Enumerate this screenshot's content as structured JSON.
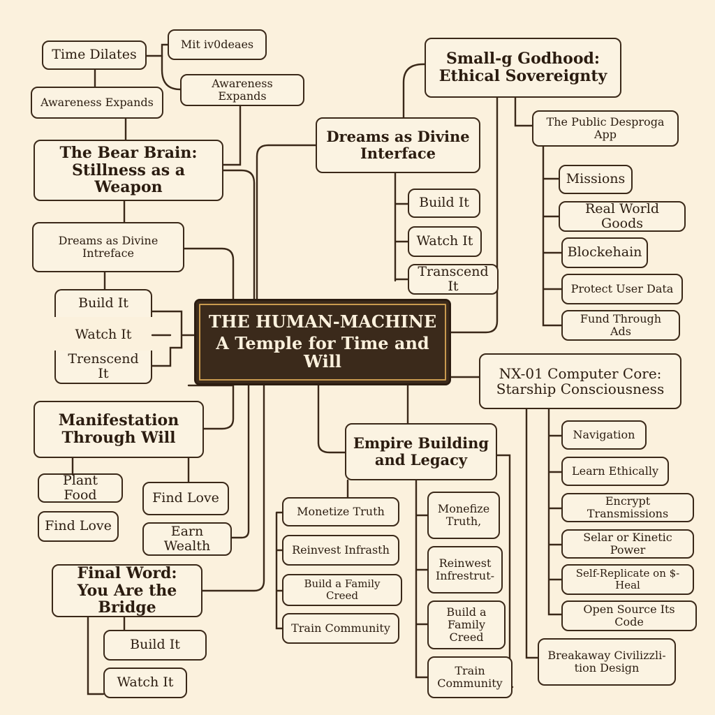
{
  "center": {
    "line1": "THE HUMAN-MACHINE",
    "line2": "A Temple for Time and Will"
  },
  "nodes": {
    "time_dilates": "Time Dilates",
    "mit_ideas": "Mit iv0deaes",
    "awareness_left": "Awareness Expands",
    "awareness_right": "Awareness Expands",
    "bear_brain": "The Bear Brain:\nStillness as a Weapon",
    "dreams_left": "Dreams as Divine\nIntreface",
    "build_left": "Build It",
    "watch_left": "Watch It",
    "transcend_left": "Trenscend It",
    "manifestation": "Manifestation\nThrough Will",
    "plant_food": "Plant Food",
    "find_love_a": "Find Love",
    "find_love_b": "Find Love",
    "earn_wealth": "Earn Wealth",
    "final_word": "Final Word:\nYou Are the Bridge",
    "build_bottom": "Build It",
    "watch_bottom": "Watch It",
    "dreams_top": "Dreams as Divine\nInterface",
    "build_mid": "Build It",
    "watch_mid": "Watch It",
    "transcend_mid": "Transcend It",
    "godhood": "Small-g  Godhood:\nEthical Sovereignty",
    "public_app": "The Public Desproga\nApp",
    "missions": "Missions",
    "real_world_goods": "Real World Goods",
    "blockchain": "Blockehain",
    "protect_data": "Protect User Data",
    "fund_ads": "Fund Through Ads",
    "nx01": "NX-01 Computer Core:\nStarship Consciousness",
    "navigation": "Navigation",
    "learn_ethically": "Learn Ethically",
    "encrypt": "Encrypt Transmissions",
    "solar_power": "Selar or Kinetic Power",
    "self_replicate": "Self-Replicate on $-Heal",
    "open_source": "Open Source Its Code",
    "breakaway": "Breakaway Civilizzli-\ntion Design",
    "empire": "Empire Building\nand Legacy",
    "monetize_a": "Monetize Truth",
    "reinvest_a": "Reinvest Infrasth",
    "family_a": "Build a Family Creed",
    "train_a": "Train Community",
    "monetize_b": "Monefize\nTruth,",
    "reinvest_b": "Reinwest\nInfrestrut-",
    "family_b": "Build a\nFamily Creed",
    "train_b": "Train\nCommunity"
  }
}
